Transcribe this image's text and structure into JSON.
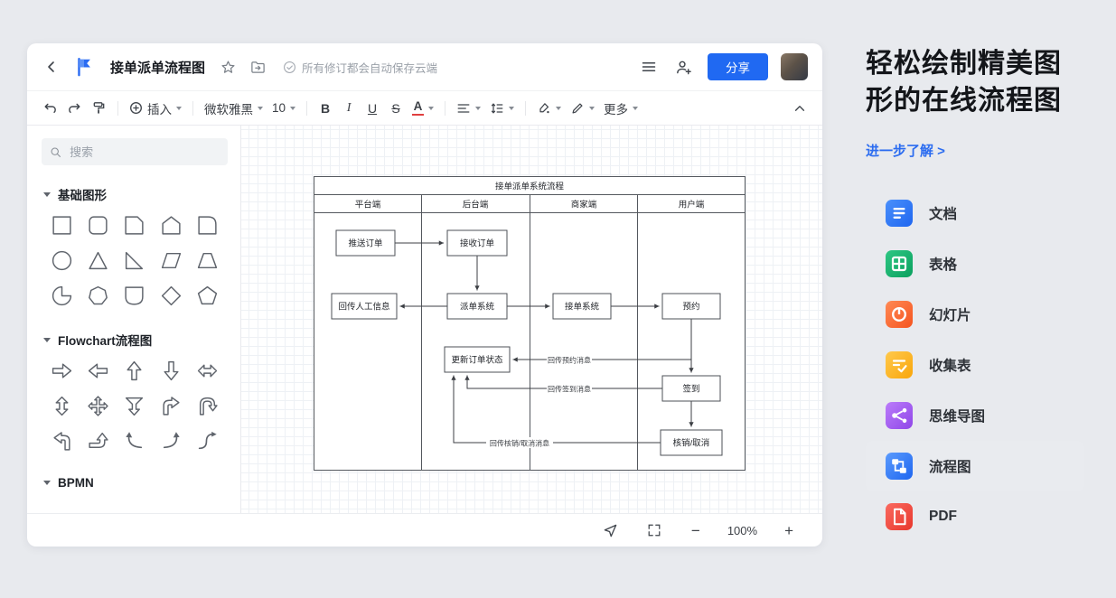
{
  "colors": {
    "share_button": "#2069f2",
    "link": "#2b6cf0",
    "selected_row_bg": "#e9ebef",
    "font_color_underline": "#e03e3e"
  },
  "window": {
    "header": {
      "title": "接单派单流程图",
      "autosave_text": "所有修订都会自动保存云端",
      "share_label": "分享"
    },
    "toolbar": {
      "insert_label": "插入",
      "font_family": "微软雅黑",
      "font_size": "10",
      "bold": "B",
      "italic": "I",
      "underline": "U",
      "strike": "S",
      "font_color": "A",
      "more_label": "更多"
    },
    "sidebar": {
      "search_placeholder": "搜索",
      "sections": [
        {
          "label": "基础图形",
          "shapes": [
            "square",
            "rounded-square",
            "snip-corner-square",
            "pentagon-house",
            "round-corner-square",
            "circle",
            "triangle",
            "right-triangle",
            "parallelogram",
            "trapezoid",
            "pie",
            "heptagon",
            "half-round-rect",
            "diamond",
            "pentagon"
          ]
        },
        {
          "label": "Flowchart流程图",
          "shapes": [
            "arrow-right",
            "arrow-left",
            "arrow-up",
            "arrow-down",
            "arrow-left-right",
            "arrow-up-down",
            "arrow-quad",
            "arrow-funnel-down",
            "arrow-bent-up-right",
            "arrow-u-turn",
            "arrow-bent-left-up",
            "arrow-bent-right-up",
            "arrow-curve-left",
            "arrow-curve-right",
            "arrow-s-curve"
          ]
        },
        {
          "label": "BPMN",
          "shapes": []
        }
      ]
    },
    "canvas": {
      "diagram": {
        "title": "接单派单系统流程",
        "lanes": [
          "平台端",
          "后台端",
          "商家端",
          "用户端"
        ],
        "nodes": {
          "push": "推送订单",
          "receive": "接收订单",
          "manual": "回传人工信息",
          "dispatch": "派单系统",
          "accept": "接单系统",
          "book": "预约",
          "update": "更新订单状态",
          "checkin": "签到",
          "cancel": "核销/取消"
        },
        "edge_labels": {
          "book_msg": "回传预约消息",
          "checkin_msg": "回传签到消息",
          "cancel_msg": "回传核销/取消消息"
        }
      }
    },
    "statusbar": {
      "zoom": "100%",
      "zoom_out": "−",
      "zoom_in": "+"
    }
  },
  "right_panel": {
    "headline_line1": "轻松绘制精美图",
    "headline_line2": "形的在线流程图",
    "learn_more": "进一步了解 >",
    "products": [
      {
        "label": "文档",
        "icon": "doc-icon",
        "color1": "#4a90fb",
        "color2": "#1f66f0",
        "selected": false
      },
      {
        "label": "表格",
        "icon": "sheet-icon",
        "color1": "#2fc784",
        "color2": "#0aa05e",
        "selected": false
      },
      {
        "label": "幻灯片",
        "icon": "slides-icon",
        "color1": "#ff8a55",
        "color2": "#f5541f",
        "selected": false
      },
      {
        "label": "收集表",
        "icon": "form-icon",
        "color1": "#ffc94d",
        "color2": "#f9a60a",
        "selected": false
      },
      {
        "label": "思维导图",
        "icon": "mindmap-icon",
        "color1": "#bb7cfa",
        "color2": "#8f46e8",
        "selected": false
      },
      {
        "label": "流程图",
        "icon": "flowchart-icon",
        "color1": "#5b9bfd",
        "color2": "#1f66f0",
        "selected": true
      },
      {
        "label": "PDF",
        "icon": "pdf-icon",
        "color1": "#fa6a60",
        "color2": "#e8372c",
        "selected": false
      }
    ]
  }
}
